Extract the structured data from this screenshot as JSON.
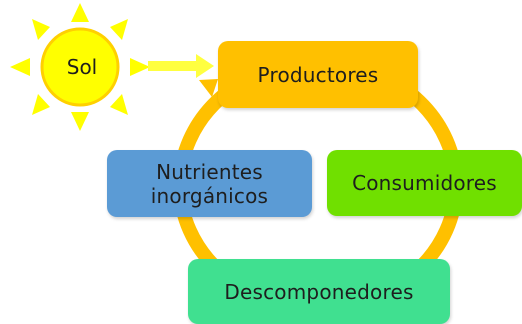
{
  "sun": {
    "label": "Sol"
  },
  "nodes": {
    "productores": "Productores",
    "consumidores": "Consumidores",
    "descomponedores": "Descomponedores",
    "nutrientes": "Nutrientes inorgánicos"
  },
  "colors": {
    "sun": "#ffff00",
    "cycle_ring": "#ffc000",
    "arrow_sun": "#ffff40",
    "productores": "#ffc000",
    "consumidores": "#70e000",
    "descomponedores": "#40e090",
    "nutrientes": "#5b9bd5"
  }
}
